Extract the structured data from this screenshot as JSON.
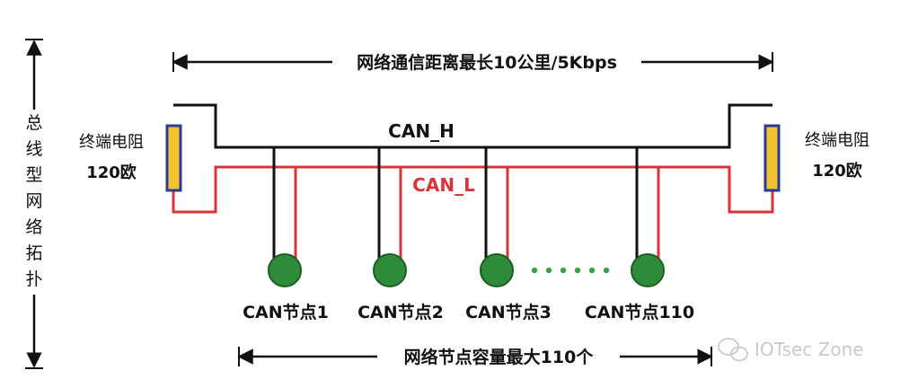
{
  "top_span_label": "网络通信距离最长10公里/5Kbps",
  "bottom_span_label": "网络节点容量最大110个",
  "vertical_label_chars": [
    "总",
    "线",
    "型",
    "网",
    "络",
    "拓",
    "扑"
  ],
  "terminator_left": {
    "line1": "终端电阻",
    "line2": "120欧"
  },
  "terminator_right": {
    "line1": "终端电阻",
    "line2": "120欧"
  },
  "wire_high_label": "CAN_H",
  "wire_low_label": "CAN_L",
  "nodes": [
    {
      "label": "CAN节点1"
    },
    {
      "label": "CAN节点2"
    },
    {
      "label": "CAN节点3"
    },
    {
      "label": "CAN节点110"
    }
  ],
  "ellipsis_dots": 6,
  "watermark": "IOTsec Zone",
  "colors": {
    "can_high": "#111111",
    "can_low": "#d8343a",
    "node_fill": "#2e8b3a",
    "node_stroke": "#1e5e24",
    "dots": "#3aa34a",
    "resistor_fill": "#f2c230",
    "resistor_stroke": "#2b3c8f"
  }
}
